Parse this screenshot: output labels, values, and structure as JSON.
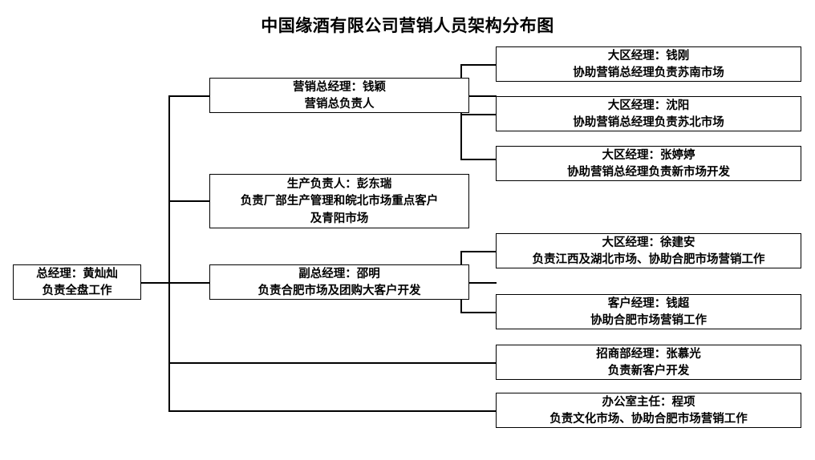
{
  "document": {
    "title": "中国缘酒有限公司营销人员架构分布图",
    "type": "organization-chart",
    "background_color": "#ffffff",
    "line_color": "#000000",
    "text_color": "#000000"
  },
  "nodes": {
    "root": {
      "line1": "总经理：黄灿灿",
      "line2": "负责全盘工作"
    },
    "sales_director": {
      "line1": "营销总经理：钱颖",
      "line2": "营销总负责人"
    },
    "production_head": {
      "line1": "生产负责人：彭东瑞",
      "line2": "负责厂部生产管理和皖北市场重点客户",
      "line3": "及青阳市场"
    },
    "deputy_gm": {
      "line1": "副总经理：邵明",
      "line2": "负责合肥市场及团购大客户开发"
    },
    "region_qiangang": {
      "line1": "大区经理：钱刚",
      "line2": "协助营销总经理负责苏南市场"
    },
    "region_shenyang": {
      "line1": "大区经理：沈阳",
      "line2": "协助营销总经理负责苏北市场"
    },
    "region_zhangtingting": {
      "line1": "大区经理：张婷婷",
      "line2": "协助营销总经理负责新市场开发"
    },
    "region_xujianan": {
      "line1": "大区经理：徐建安",
      "line2": "负责江西及湖北市场、协助合肥市场营销工作"
    },
    "account_manager_qianchao": {
      "line1": "客户经理：钱超",
      "line2": "协助合肥市场营销工作"
    },
    "investment_manager": {
      "line1": "招商部经理：张慕光",
      "line2": "负责新客户开发"
    },
    "office_director": {
      "line1": "办公室主任：程项",
      "line2": "负责文化市场、协助合肥市场营销工作"
    }
  }
}
